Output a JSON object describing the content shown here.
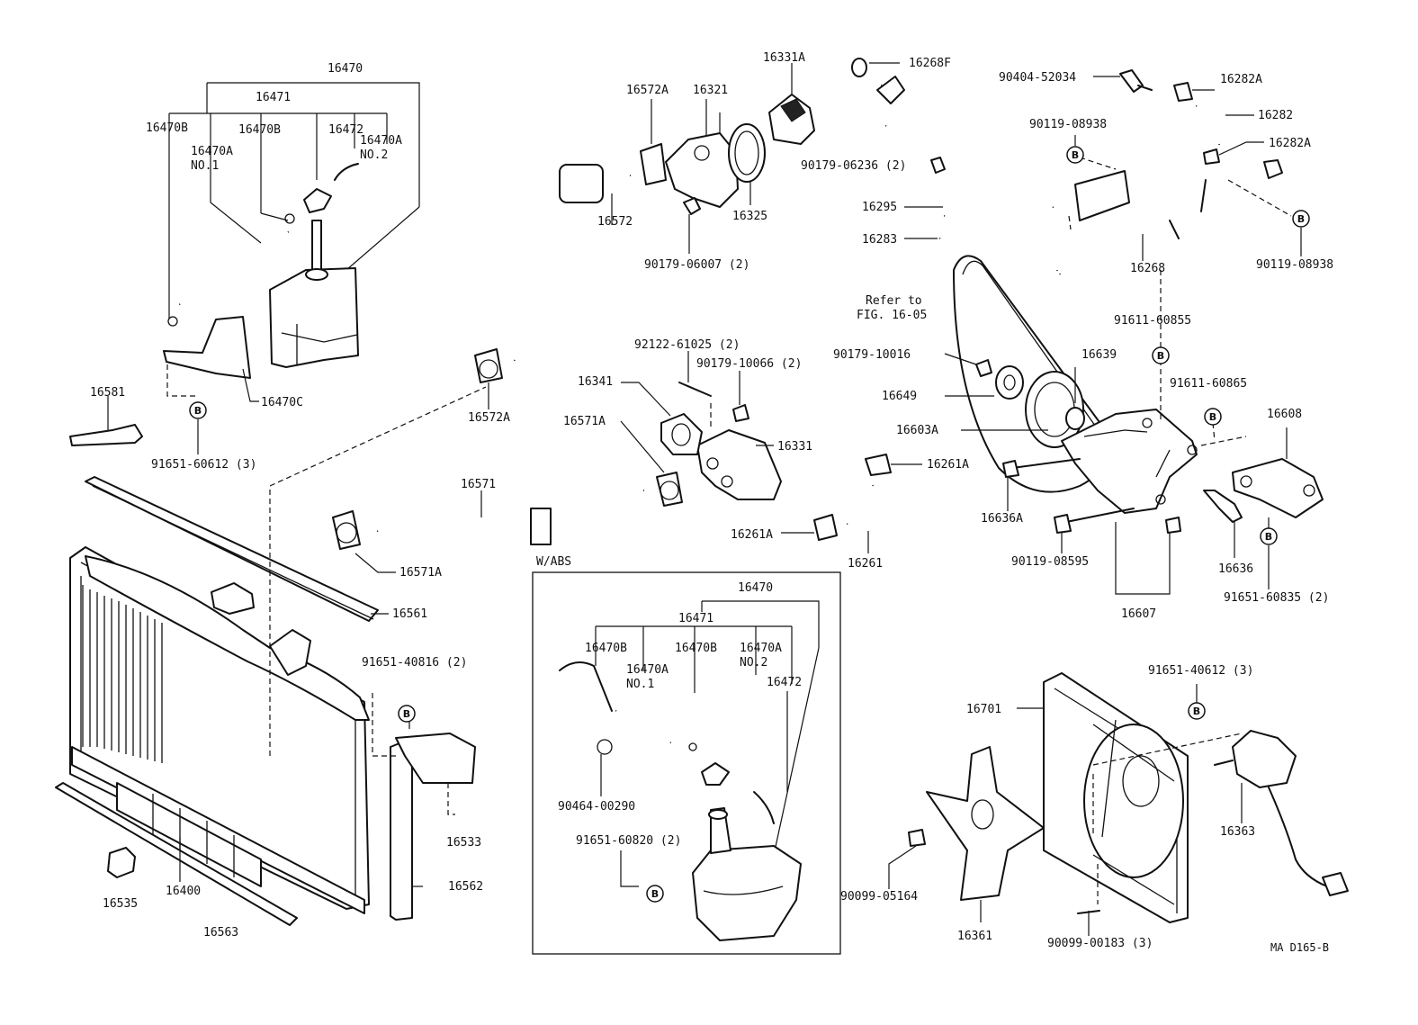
{
  "labels": {
    "p16470_top": "16470",
    "p16471_top": "16471",
    "p16470B_a": "16470B",
    "p16470A_no1": "16470A",
    "no1_a": "NO.1",
    "p16470B_b": "16470B",
    "p16472_a": "16472",
    "p16470A_no2": "16470A",
    "no2_a": "NO.2",
    "p16470C": "16470C",
    "p16581": "16581",
    "p91651_60612": "91651-60612 (3)",
    "p16572A_top": "16572A",
    "p16321": "16321",
    "p16331A": "16331A",
    "p16572": "16572",
    "p16325": "16325",
    "p90179_06007": "90179-06007 (2)",
    "p16572A_low": "16572A",
    "p92122_61025": "92122-61025 (2)",
    "p90179_10066": "90179-10066 (2)",
    "p16341": "16341",
    "p16571A_top": "16571A",
    "p16331": "16331",
    "p16571": "16571",
    "p16571A_low": "16571A",
    "p16561": "16561",
    "p91651_40816": "91651-40816 (2)",
    "p16533": "16533",
    "p16562": "16562",
    "p16535": "16535",
    "p16400": "16400",
    "p16563": "16563",
    "wabs": "W/ABS",
    "p16470_abs": "16470",
    "p16471_abs": "16471",
    "p16470B_abs1": "16470B",
    "p16470A_abs_no1": "16470A",
    "no1_b": "NO.1",
    "p16470B_abs2": "16470B",
    "p16470A_abs_no2": "16470A",
    "no2_b": "NO.2",
    "p16472_abs": "16472",
    "p90464_00290": "90464-00290",
    "p91651_60820": "91651-60820 (2)",
    "p16268F": "16268F",
    "p90404_52034": "90404-52034",
    "p16282A_top": "16282A",
    "p16282": "16282",
    "p90119_08938_a": "90119-08938",
    "p16282A_mid": "16282A",
    "p90179_06236": "90179-06236 (2)",
    "p16295": "16295",
    "p16283": "16283",
    "p16268": "16268",
    "p90119_08938_b": "90119-08938",
    "refer_to": "Refer to",
    "fig_ref": "FIG. 16-05",
    "p91611_60855": "91611-60855",
    "p90179_10016": "90179-10016",
    "p16639": "16639",
    "p16649": "16649",
    "p91611_60865": "91611-60865",
    "p16608": "16608",
    "p16603A": "16603A",
    "p16261A_top": "16261A",
    "p16636A": "16636A",
    "p16261A_low": "16261A",
    "p16261": "16261",
    "p90119_08595": "90119-08595",
    "p16636": "16636",
    "p16607": "16607",
    "p91651_60835": "91651-60835 (2)",
    "p91651_40612": "91651-40612 (3)",
    "p16701": "16701",
    "p16363": "16363",
    "p90099_05164": "90099-05164",
    "p16361": "16361",
    "p90099_00183": "90099-00183 (3)",
    "ref_code": "MA D165-B"
  },
  "badge": "B"
}
